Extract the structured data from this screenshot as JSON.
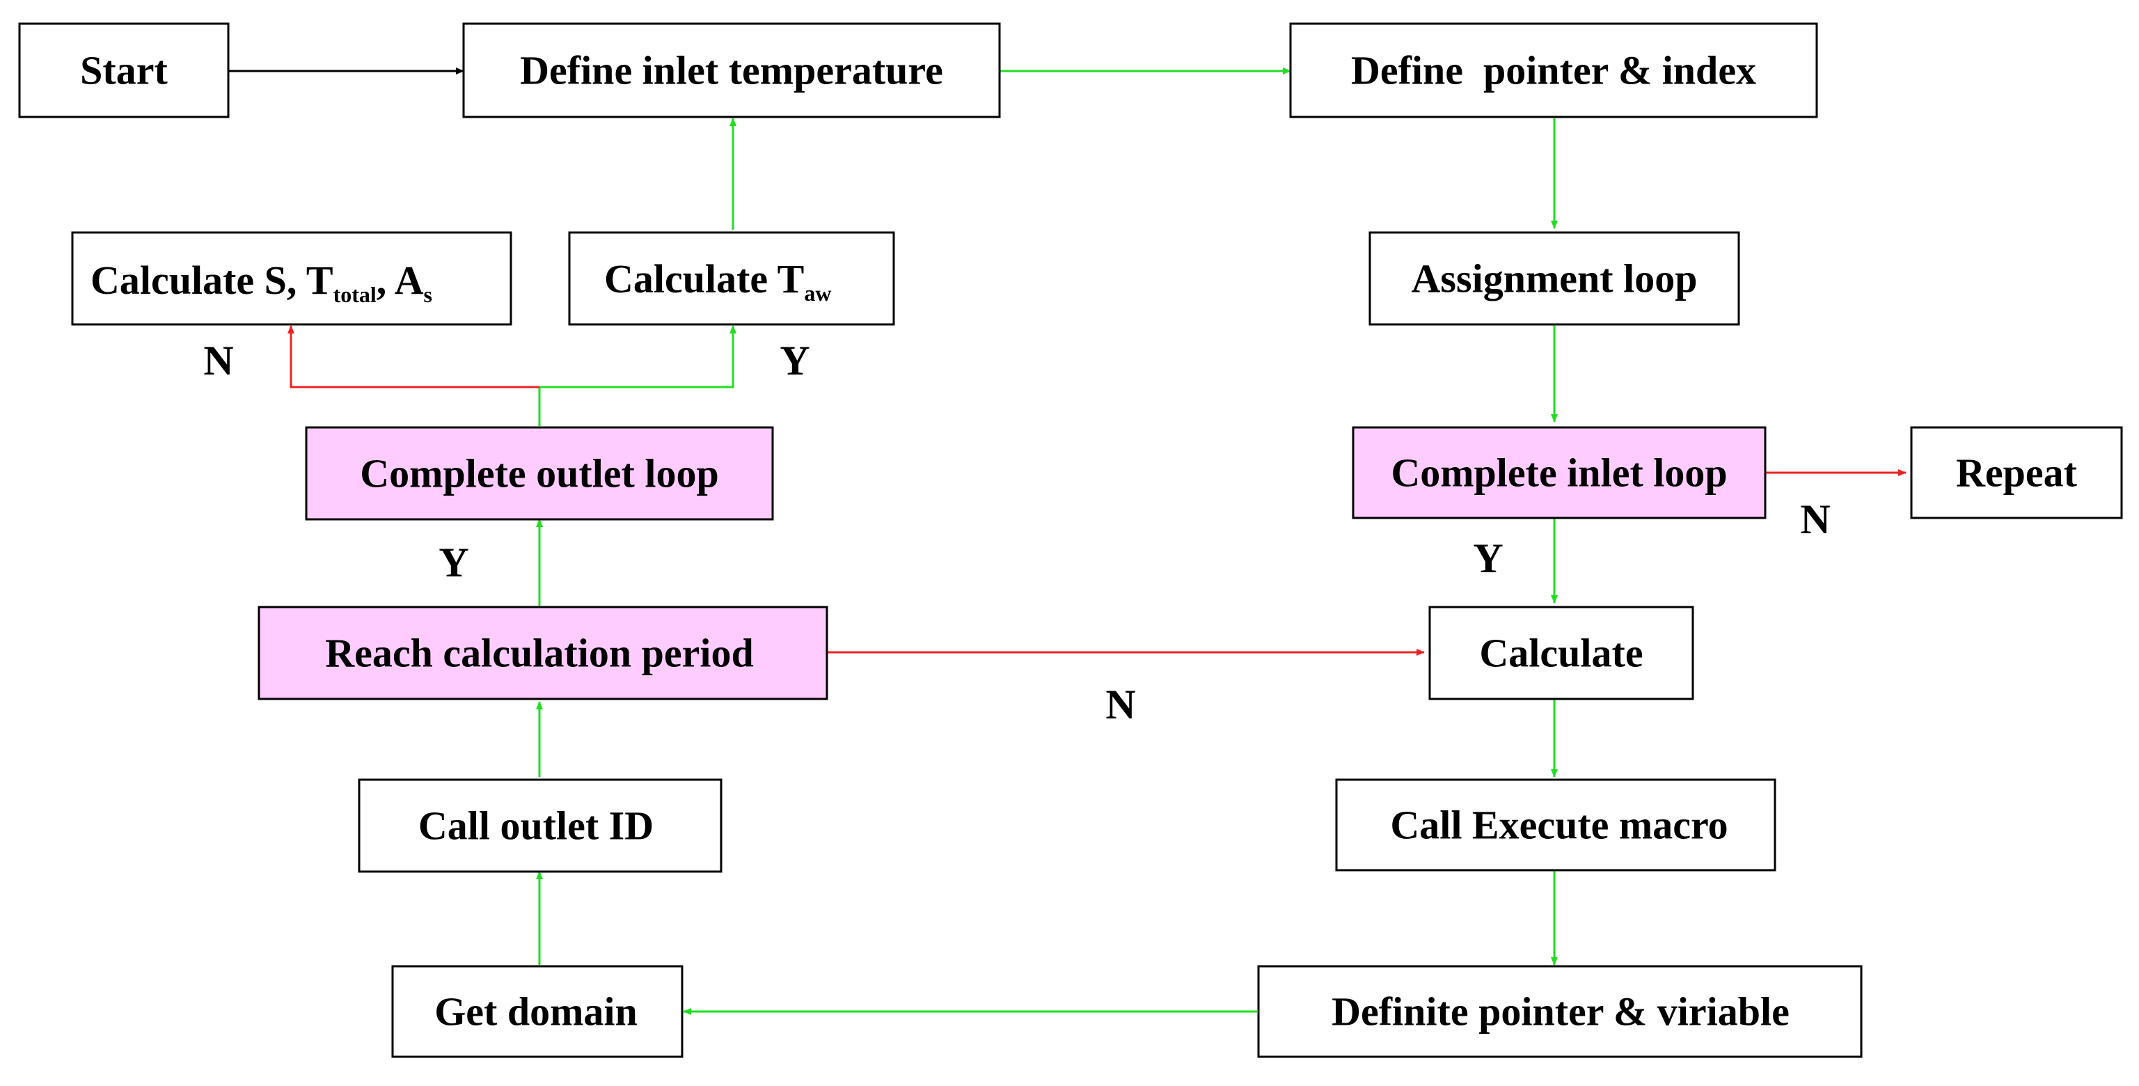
{
  "colors": {
    "box_fill": "#ffffff",
    "decision_fill": "#ffccff",
    "yes_arrow": "#22dd22",
    "no_arrow": "#ee2222",
    "plain_arrow": "#000000",
    "border": "#000000"
  },
  "nodes": {
    "start": "Start",
    "define_inlet": "Define inlet temperature",
    "define_pointer": "Define  pointer & index",
    "calc_s": {
      "main": "Calculate S, T",
      "sub1": "total",
      "mid": ", A",
      "sub2": "s"
    },
    "calc_taw": {
      "main": "Calculate T",
      "sub": "aw"
    },
    "assignment_loop": "Assignment loop",
    "complete_outlet": "Complete outlet loop",
    "complete_inlet": "Complete inlet loop",
    "repeat": "Repeat",
    "reach_calc": "Reach calculation period",
    "calculate": "Calculate",
    "call_outlet": "Call outlet ID",
    "call_execute": "Call Execute macro",
    "get_domain": "Get domain",
    "definite_pointer": "Definite pointer & viriable"
  },
  "edge_labels": {
    "outlet_no": "N",
    "outlet_yes": "Y",
    "inlet_no": "N",
    "inlet_yes": "Y",
    "reach_yes": "Y",
    "reach_no": "N"
  }
}
